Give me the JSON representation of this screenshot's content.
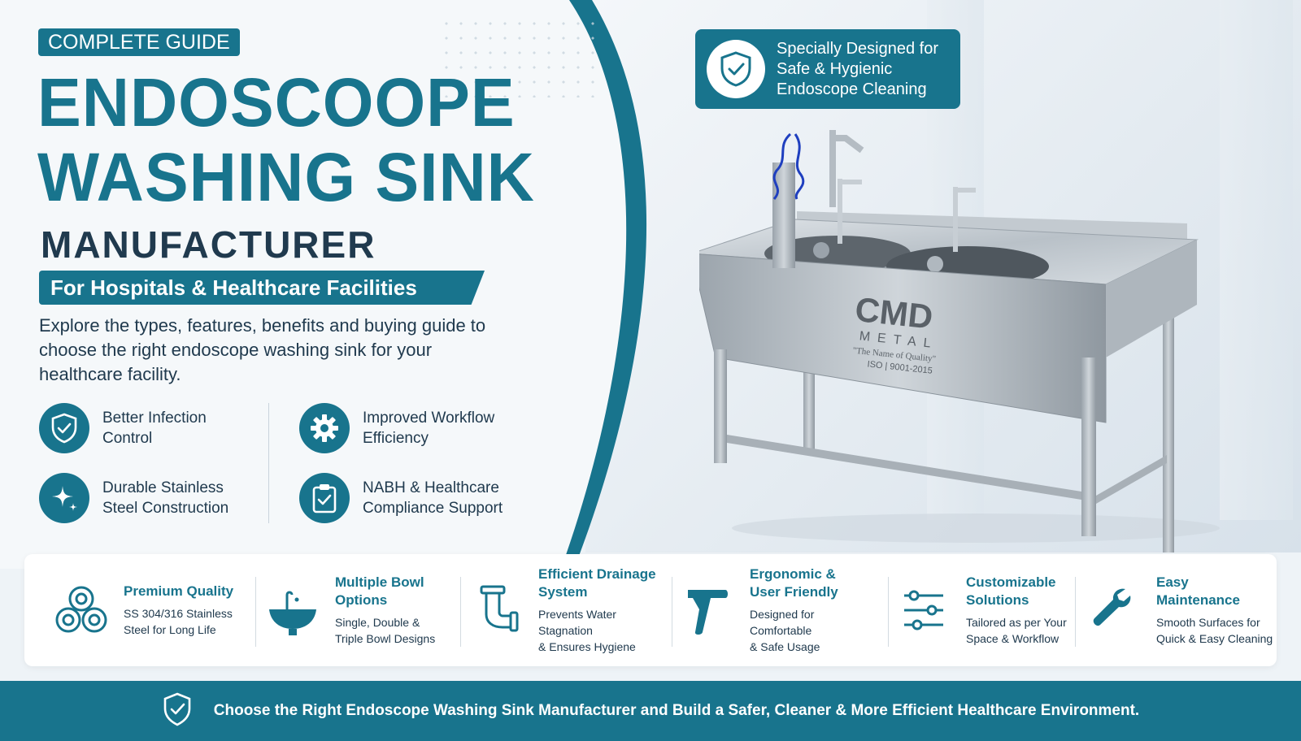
{
  "header": {
    "tag": "COMPLETE GUIDE",
    "title_line1": "ENDOSCOOPE",
    "title_line2": "WASHING SINK",
    "subtitle": "MANUFACTURER",
    "ribbon": "For Hospitals & Healthcare Facilities",
    "intro": "Explore the types, features, benefits and buying guide to choose the right endoscope washing sink for your healthcare facility."
  },
  "features": [
    {
      "icon": "shield-check-icon",
      "line1": "Better Infection",
      "line2": "Control"
    },
    {
      "icon": "gear-icon",
      "line1": "Improved Workflow",
      "line2": "Efficiency"
    },
    {
      "icon": "sparkle-icon",
      "line1": "Durable Stainless",
      "line2": "Steel Construction"
    },
    {
      "icon": "clipboard-check-icon",
      "line1": "NABH & Healthcare",
      "line2": "Compliance Support"
    }
  ],
  "badge": {
    "line1": "Specially Designed for",
    "line2": "Safe & Hygienic",
    "line3": "Endoscope Cleaning"
  },
  "product": {
    "brand": "CMD",
    "brand_sub": "METAL",
    "tagline": "\"The Name of Quality\"",
    "iso": "ISO | 9001-2015"
  },
  "benefits": [
    {
      "icon": "steel-pipes-icon",
      "title1": "Premium Quality",
      "title2": "",
      "desc1": "SS 304/316 Stainless",
      "desc2": "Steel for Long Life"
    },
    {
      "icon": "basin-icon",
      "title1": "Multiple Bowl",
      "title2": "Options",
      "desc1": "Single, Double &",
      "desc2": "Triple Bowl Designs"
    },
    {
      "icon": "drain-pipe-icon",
      "title1": "Efficient Drainage",
      "title2": "System",
      "desc1": "Prevents Water Stagnation",
      "desc2": "& Ensures Hygiene"
    },
    {
      "icon": "spray-gun-icon",
      "title1": "Ergonomic &",
      "title2": "User Friendly",
      "desc1": "Designed for Comfortable",
      "desc2": "& Safe Usage"
    },
    {
      "icon": "sliders-icon",
      "title1": "Customizable",
      "title2": "Solutions",
      "desc1": "Tailored as per Your",
      "desc2": "Space & Workflow"
    },
    {
      "icon": "wrench-icon",
      "title1": "Easy Maintenance",
      "title2": "",
      "desc1": "Smooth Surfaces for",
      "desc2": "Quick & Easy Cleaning"
    }
  ],
  "footer": {
    "text": "Choose the Right Endoscope Washing Sink Manufacturer and Build a Safer, Cleaner & More Efficient Healthcare Environment."
  },
  "colors": {
    "primary": "#18748d",
    "dark": "#203a4e",
    "background": "#eef3f7"
  }
}
